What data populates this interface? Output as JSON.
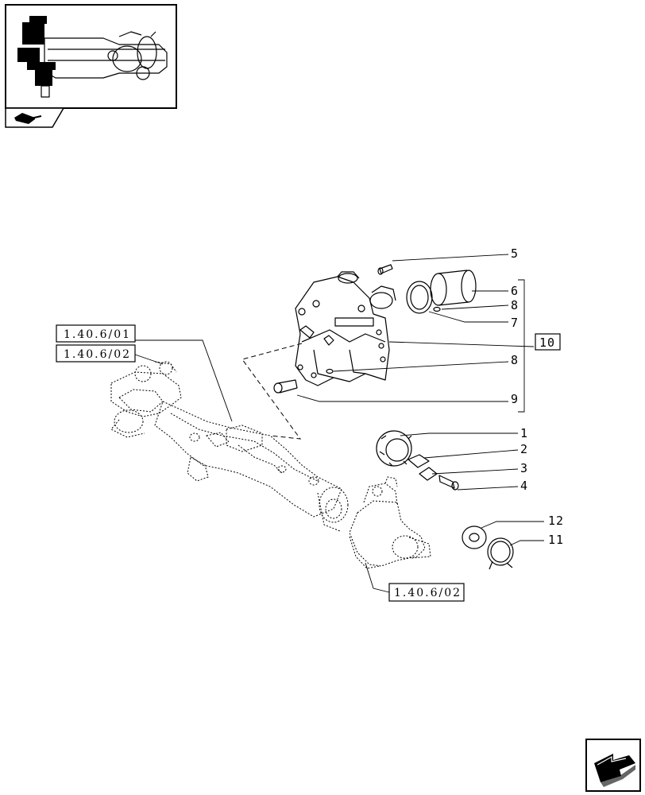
{
  "thumbnail": {
    "icon": "axle-thumbnail",
    "section_tab_icon": "section-tab-icon"
  },
  "references": [
    {
      "id": "ref-top-1",
      "label": "1.40.6/01"
    },
    {
      "id": "ref-top-2",
      "label": "1.40.6/02"
    },
    {
      "id": "ref-bottom",
      "label": "1.40.6/02"
    }
  ],
  "callouts": [
    "5",
    "6",
    "8",
    "7",
    "10",
    "8",
    "9",
    "1",
    "2",
    "3",
    "4",
    "12",
    "11"
  ],
  "nav": {
    "next_icon": "next-page-arrow-icon"
  }
}
